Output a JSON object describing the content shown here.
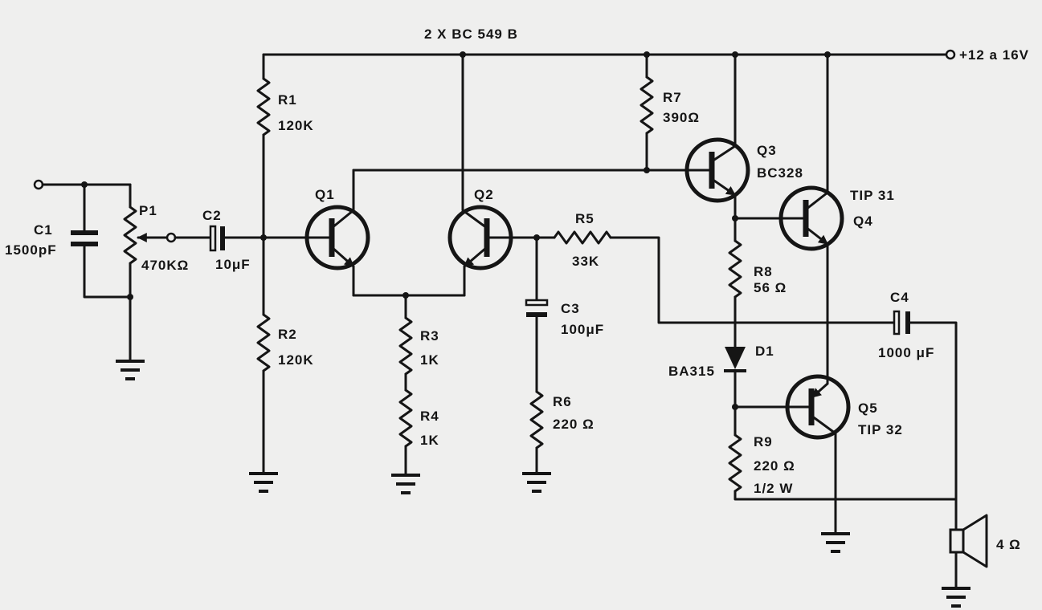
{
  "diagram": {
    "header_note": "2 X BC 549 B",
    "supply": "+12 a 16V",
    "c1": {
      "ref": "C1",
      "value": "1500pF"
    },
    "p1": {
      "ref": "P1",
      "value": "470KΩ"
    },
    "c2": {
      "ref": "C2",
      "value": "10μF"
    },
    "r1": {
      "ref": "R1",
      "value": "120K"
    },
    "r2": {
      "ref": "R2",
      "value": "120K"
    },
    "q1": {
      "ref": "Q1"
    },
    "q2": {
      "ref": "Q2"
    },
    "r3": {
      "ref": "R3",
      "value": "1K"
    },
    "r4": {
      "ref": "R4",
      "value": "1K"
    },
    "r5": {
      "ref": "R5",
      "value": "33K"
    },
    "c3": {
      "ref": "C3",
      "value": "100μF"
    },
    "r6": {
      "ref": "R6",
      "value": "220 Ω"
    },
    "r7": {
      "ref": "R7",
      "value": "390Ω"
    },
    "q3": {
      "ref": "Q3",
      "part": "BC328"
    },
    "q4": {
      "ref": "Q4",
      "part": "TIP 31"
    },
    "r8": {
      "ref": "R8",
      "value": "56 Ω"
    },
    "d1": {
      "ref": "D1",
      "part": "BA315"
    },
    "q5": {
      "ref": "Q5",
      "part": "TIP 32"
    },
    "r9": {
      "ref": "R9",
      "value": "220 Ω",
      "rating": "1/2 W"
    },
    "c4": {
      "ref": "C4",
      "value": "1000 μF"
    },
    "speaker": {
      "impedance": "4 Ω"
    }
  },
  "colors": {
    "ink": "#151515",
    "paper": "#efefee"
  }
}
